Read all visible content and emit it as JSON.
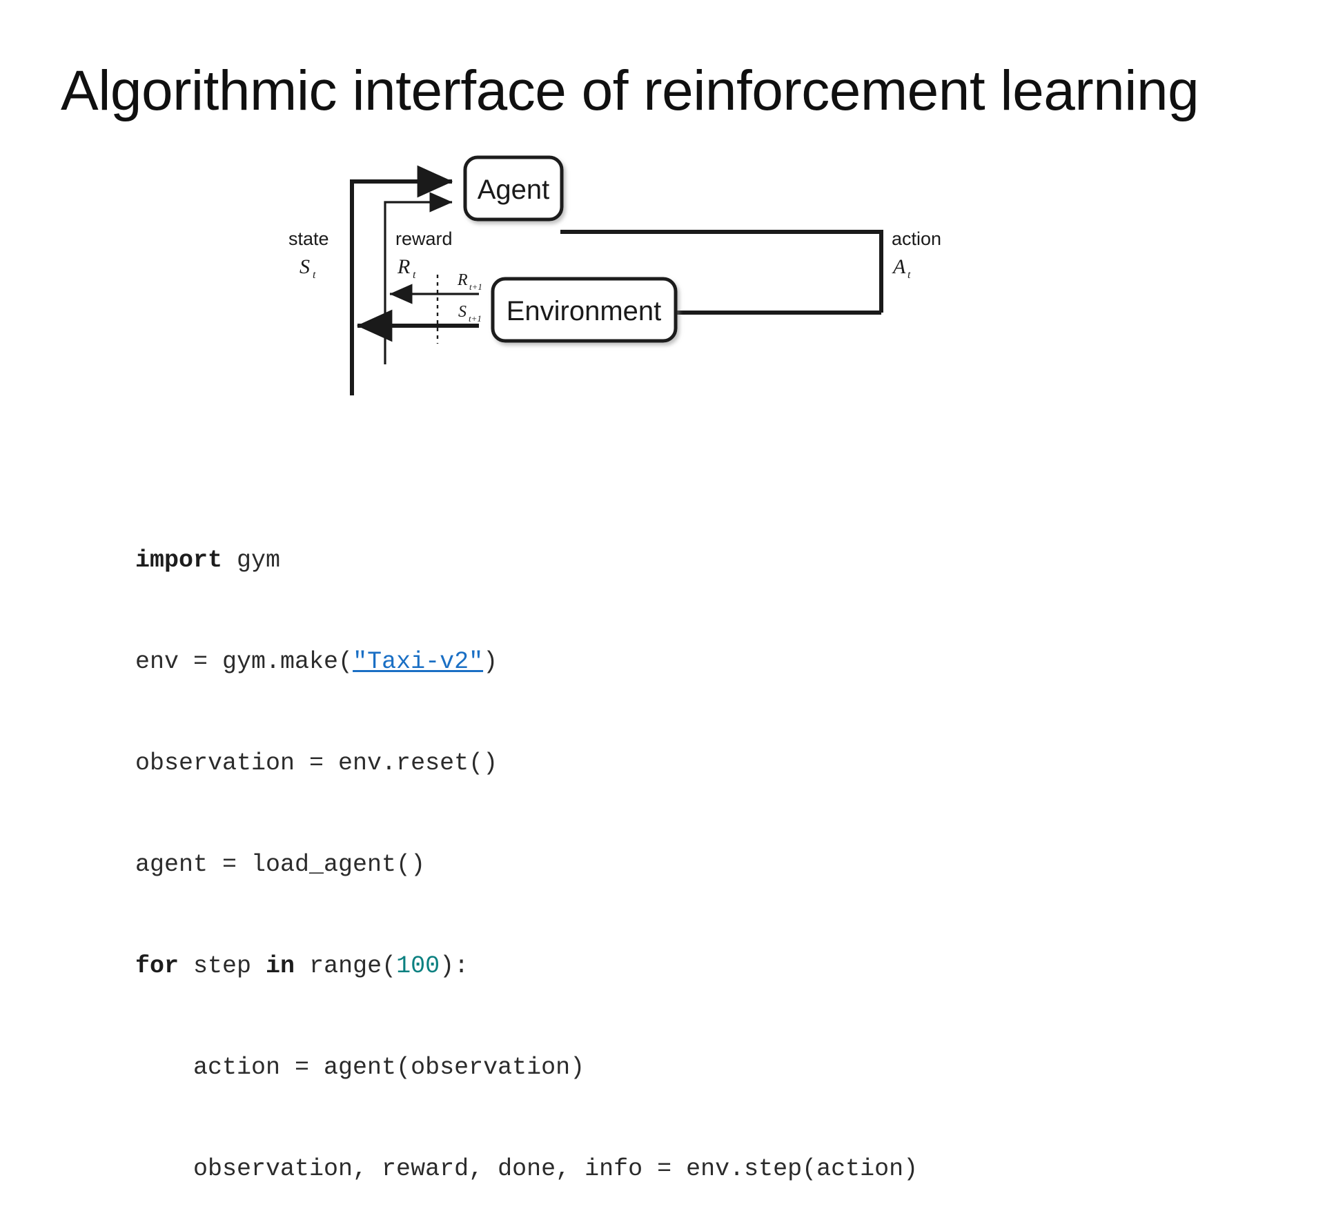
{
  "slide": {
    "title": "Algorithmic interface of reinforcement learning",
    "background_color": "#ffffff"
  },
  "diagram": {
    "name": "agent-environment-interaction-loop",
    "type": "flow-diagram",
    "nodes": [
      {
        "id": "agent",
        "label": "Agent"
      },
      {
        "id": "environment",
        "label": "Environment"
      }
    ],
    "edge_labels": {
      "state_word": "state",
      "state_symbol": "S",
      "state_subscript": "t",
      "reward_word": "reward",
      "reward_symbol": "R",
      "reward_subscript": "t",
      "action_word": "action",
      "action_symbol": "A",
      "action_subscript": "t",
      "next_reward_symbol": "R",
      "next_reward_subscript": "t+1",
      "next_state_symbol": "S",
      "next_state_subscript": "t+1"
    },
    "stroke_color": "#1a1a1a"
  },
  "code": {
    "language": "python",
    "link_color": "#1a6fc4",
    "number_color": "#0b8080",
    "text_color": "#2b2b2b",
    "lines": [
      {
        "id": "line-1",
        "tokens": [
          {
            "t": "import",
            "k": "kw"
          },
          {
            "t": " gym",
            "k": ""
          }
        ]
      },
      {
        "id": "line-2",
        "tokens": [
          {
            "t": "env = gym.make(",
            "k": ""
          },
          {
            "t": "\"Taxi-v2\"",
            "k": "lnk"
          },
          {
            "t": ")",
            "k": ""
          }
        ]
      },
      {
        "id": "line-3",
        "tokens": [
          {
            "t": "observation = env.reset()",
            "k": ""
          }
        ]
      },
      {
        "id": "line-4",
        "tokens": [
          {
            "t": "agent = load_agent()",
            "k": ""
          }
        ]
      },
      {
        "id": "line-5",
        "tokens": [
          {
            "t": "for",
            "k": "kw"
          },
          {
            "t": " step ",
            "k": ""
          },
          {
            "t": "in",
            "k": "kw"
          },
          {
            "t": " range(",
            "k": ""
          },
          {
            "t": "100",
            "k": "num"
          },
          {
            "t": "):",
            "k": ""
          }
        ]
      },
      {
        "id": "line-6",
        "tokens": [
          {
            "t": "    action = agent(observation)",
            "k": ""
          }
        ]
      },
      {
        "id": "line-7",
        "tokens": [
          {
            "t": "    observation, reward, done, info = env.step(action)",
            "k": ""
          }
        ]
      }
    ]
  }
}
